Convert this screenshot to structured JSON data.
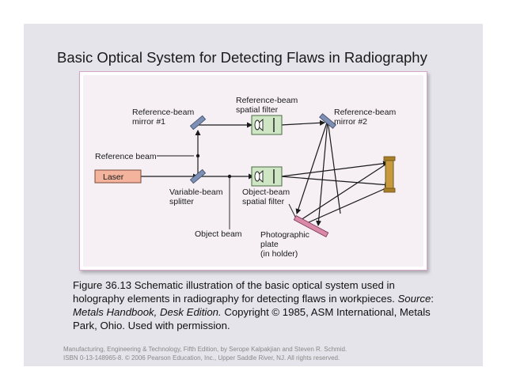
{
  "slide": {
    "title": "Basic Optical System for Detecting Flaws in Radiography"
  },
  "diagram": {
    "labels": {
      "ref_mirror1_a": "Reference-beam",
      "ref_mirror1_b": "mirror #1",
      "ref_filter_a": "Reference-beam",
      "ref_filter_b": "spatial filter",
      "ref_mirror2_a": "Reference-beam",
      "ref_mirror2_b": "mirror #2",
      "reference_beam": "Reference beam",
      "laser": "Laser",
      "splitter_a": "Variable-beam",
      "splitter_b": "splitter",
      "obj_filter_a": "Object-beam",
      "obj_filter_b": "spatial filter",
      "object_beam": "Object beam",
      "plate_a": "Photographic",
      "plate_b": "plate",
      "plate_c": "(in holder)"
    },
    "colors": {
      "laser_box": "#f4b39c",
      "filter_box": "#cfe6c5",
      "mirror": "#7d8fb4",
      "plate": "#d88aa8",
      "object": "#c79a3d"
    }
  },
  "caption": {
    "line1": "Figure 36.13  Schematic illustration of the basic optical system used in",
    "line2_a": "holography elements in radiography for detecting flaws in workpieces.  ",
    "line2_b": "Source",
    "line2_c": ":",
    "line3_a": "Metals Handbook, Desk Edition.",
    "line3_b": "  Copyright © 1985, ASM International, Metals",
    "line4": "Park, Ohio.  Used with permission."
  },
  "credit": {
    "line1": "Manufacturing, Engineering & Technology, Fifth Edition, by Serope Kalpakjian and Steven R. Schmid.",
    "line2": "ISBN 0-13-148965-8. © 2006 Pearson Education, Inc., Upper Saddle River, NJ.  All rights reserved."
  }
}
